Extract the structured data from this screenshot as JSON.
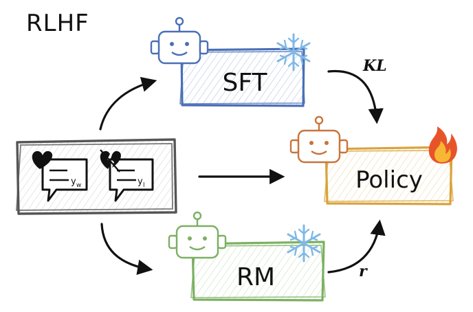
{
  "title": "RLHF",
  "nodes": {
    "sft": {
      "label": "SFT",
      "color": "#4a6fb6",
      "frozen": true
    },
    "policy": {
      "label": "Policy",
      "color": "#d9a23a",
      "trainable": true,
      "robot_color": "#c8743c"
    },
    "rm": {
      "label": "RM",
      "color": "#7bb062",
      "frozen": true
    },
    "preference_data": {
      "color": "#555555",
      "chosen_sub": "w",
      "rejected_sub": "l",
      "chosen_icon": "heart-icon",
      "rejected_icon": "broken-heart-icon"
    }
  },
  "edge_labels": {
    "kl": "KL",
    "reward": "r"
  },
  "icons": {
    "frozen": "snowflake-icon",
    "trainable": "fire-icon",
    "model": "robot-icon"
  },
  "colors": {
    "snowflake": "#7fb8e6",
    "fire_outer": "#e8542a",
    "fire_inner": "#f7b733",
    "arrow": "#111111"
  }
}
